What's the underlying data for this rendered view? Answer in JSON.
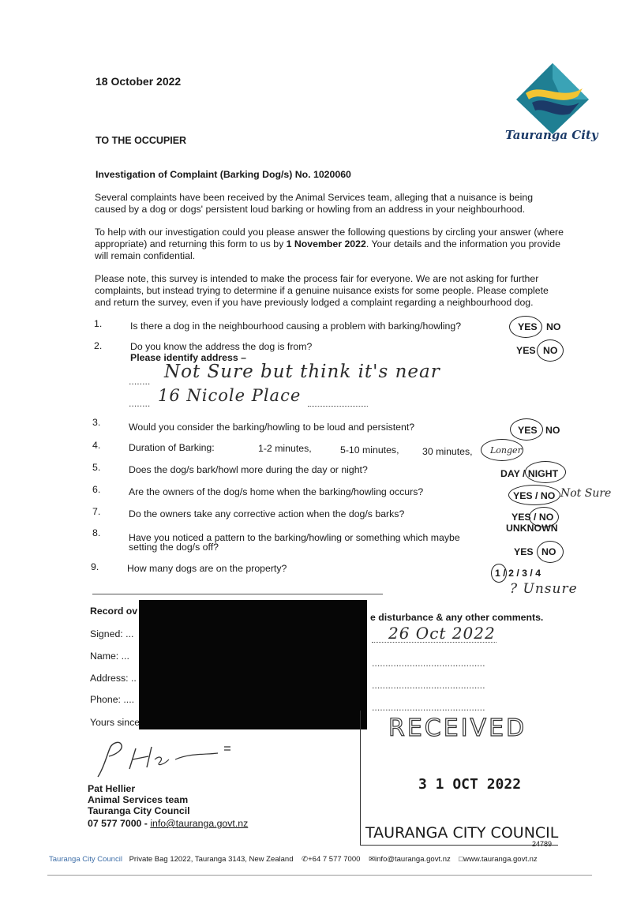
{
  "letter": {
    "date": "18 October 2022",
    "recipient": "TO THE OCCUPIER",
    "logo_text": "Tauranga City",
    "subject": "Investigation of Complaint (Barking Dog/s) No. 1020060",
    "para1_line1": "Several complaints have been received by the Animal Services team, alleging that a nuisance is being",
    "para1_line2": "caused by a dog or dogs' persistent loud barking or howling from an address in your neighbourhood.",
    "para2_line1": "To help with our investigation could you please answer the following questions by circling your answer (where",
    "para2_line2a": "appropriate) and returning this form to us by ",
    "para2_deadline": "1 November 2022",
    "para2_line2b": ". Your details and the information you provide",
    "para2_line3": "will remain confidential.",
    "para3_line1": "Please note, this survey is intended to make the process fair for everyone. We are not asking for further",
    "para3_line2": "complaints, but instead trying to determine if a genuine nuisance exists for some people. Please complete",
    "para3_line3": "and return the survey, even if you have previously lodged a complaint regarding a neighbourhood dog."
  },
  "questions": {
    "q1": {
      "num": "1.",
      "text": "Is there a dog in the neighbourhood causing a problem with barking/howling?",
      "yes": "YES",
      "no": "NO"
    },
    "q2": {
      "num": "2.",
      "text": "Do you know the address the dog is from?",
      "sub": "Please identify address –",
      "yes": "YES",
      "no": "NO",
      "answer_line1": "Not Sure but think it's near",
      "answer_line2": "16 Nicole Place",
      "dots": "........"
    },
    "q3": {
      "num": "3.",
      "text": "Would you consider the barking/howling to be loud and persistent?",
      "yes": "YES",
      "no": "NO"
    },
    "q4": {
      "num": "4.",
      "text": "Duration of Barking:",
      "opt1": "1-2 minutes,",
      "opt2": "5-10 minutes,",
      "opt3": "30 minutes,",
      "answer": "Longer"
    },
    "q5": {
      "num": "5.",
      "text": "Does the dog/s bark/howl more during the day or night?",
      "answer": "DAY / NIGHT"
    },
    "q6": {
      "num": "6.",
      "text": "Are the owners of the dog/s home when the barking/howling occurs?",
      "answer": "YES / NO",
      "note": "Not Sure"
    },
    "q7": {
      "num": "7.",
      "text": "Do the owners take any corrective action when the dog/s barks?",
      "answer": "YES / NO",
      "unknown": "UNKNOWN"
    },
    "q8": {
      "num": "8.",
      "text_line1": "Have you noticed a pattern to the barking/howling or something which maybe",
      "text_line2": "setting the dog/s off?",
      "yes": "YES",
      "no": "NO"
    },
    "q9": {
      "num": "9.",
      "text": "How many dogs are on the property?",
      "answer": "1 / 2 / 3 / 4",
      "note": "? Unsure"
    }
  },
  "form": {
    "record_left": "Record ov",
    "record_right": "e disturbance & any other comments.",
    "signed_label": "Signed: ...",
    "name_label": "Name:  ...",
    "address_label": "Address: ..",
    "phone_label": "Phone: ....",
    "date_written": "26 Oct 2022",
    "dotline": "..........................................",
    "yours": "Yours since"
  },
  "signature": {
    "name": "Pat Hellier",
    "team": "Animal Services team",
    "council": "Tauranga City Council",
    "phone": "07 577 7000 - ",
    "email": "info@tauranga.govt.nz"
  },
  "stamp": {
    "received": "RECEIVED",
    "date": "3 1 OCT 2022",
    "council": "TAURANGA CITY COUNCIL",
    "ref": "24789"
  },
  "footer": {
    "org": "Tauranga City Council",
    "address": "Private Bag 12022, Tauranga 3143, New Zealand",
    "phone": "+64 7 577 7000",
    "email": "info@tauranga.govt.nz",
    "web": "www.tauranga.govt.nz"
  },
  "colors": {
    "logo_teal": "#1f7f93",
    "logo_yellow": "#f2c432",
    "logo_navy": "#1b3a68",
    "footer_blue": "#3f6fa8"
  }
}
